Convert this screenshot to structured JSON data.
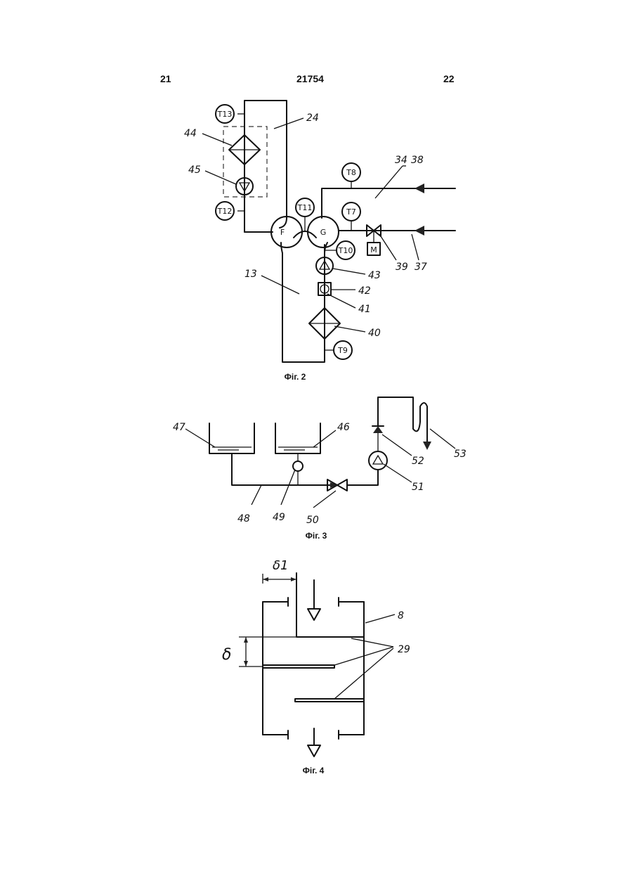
{
  "header": {
    "left": "21",
    "center": "21754",
    "right": "22"
  },
  "figures": {
    "fig2": {
      "caption": "Фіг. 2",
      "sensors": [
        "T13",
        "T12",
        "T11",
        "T8",
        "T7",
        "T10",
        "T9"
      ],
      "labels": [
        "24",
        "44",
        "45",
        "13",
        "34",
        "38",
        "37",
        "39",
        "43",
        "42",
        "41",
        "40"
      ],
      "exchangers": [
        "F",
        "G"
      ],
      "motor": "M"
    },
    "fig3": {
      "caption": "Фіг. 3",
      "labels": [
        "47",
        "46",
        "48",
        "49",
        "50",
        "51",
        "52",
        "53"
      ]
    },
    "fig4": {
      "caption": "Фіг. 4",
      "labels": [
        "δ1",
        "δ",
        "8",
        "29"
      ]
    }
  }
}
